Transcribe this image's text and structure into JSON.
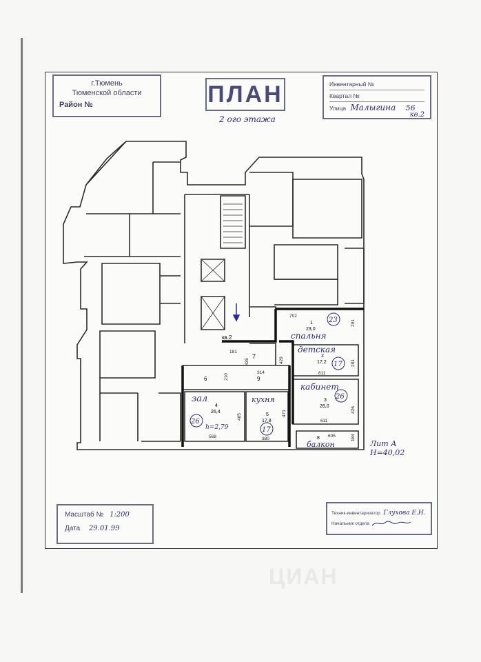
{
  "stamp_city": {
    "city": "г.Тюмень",
    "region": "Тюменской области",
    "district": "Район №"
  },
  "stamp_title": "ПЛАН",
  "floor_label": "2 ого этажа",
  "stamp_inventory": {
    "inventory": "Инвентарный №",
    "quarter": "Квартал №",
    "street_label": "Улица",
    "street": "Малыгина",
    "house": "56",
    "apartment": "кв.2"
  },
  "rooms": [
    {
      "id": "1",
      "name": "спальня",
      "area": "23,0",
      "mark": "23"
    },
    {
      "id": "2",
      "name": "детская",
      "area": "17,2",
      "mark": "17"
    },
    {
      "id": "3",
      "name": "кабинет",
      "area": "26,0",
      "mark": "26"
    },
    {
      "id": "4",
      "name": "зал",
      "area": "26,4",
      "mark": "26"
    },
    {
      "id": "5",
      "name": "кухня",
      "area": "17,8",
      "mark": "17"
    },
    {
      "id": "6",
      "name": "",
      "area": "",
      "mark": ""
    },
    {
      "id": "7",
      "name": "",
      "area": "",
      "mark": ""
    },
    {
      "id": "8",
      "name": "балкон",
      "area": "",
      "mark": ""
    },
    {
      "id": "9",
      "name": "",
      "area": "",
      "mark": ""
    }
  ],
  "labels": {
    "apartment": "кв.2",
    "ceiling": "h=2,79",
    "lit": "Лит А",
    "height": "H=40,02"
  },
  "dimensions": [
    "702",
    "291",
    "181",
    "435",
    "210",
    "314",
    "429",
    "611",
    "281",
    "611",
    "426",
    "465",
    "471",
    "568",
    "380",
    "605",
    "184"
  ],
  "stamp_scale": {
    "scale_label": "Масштаб №",
    "scale": "1:200",
    "date_label": "Дата",
    "date": "29.01.99"
  },
  "stamp_sign": {
    "inspector_label": "Техник-инвентаризатор",
    "inspector": "Глухова Е.Н.",
    "head_label": "Начальник отдела"
  },
  "watermark": "ЦИАН",
  "colors": {
    "stamp": "#4a4a78",
    "handwriting": "#2b2b70",
    "wall": "#2a2a2a"
  }
}
